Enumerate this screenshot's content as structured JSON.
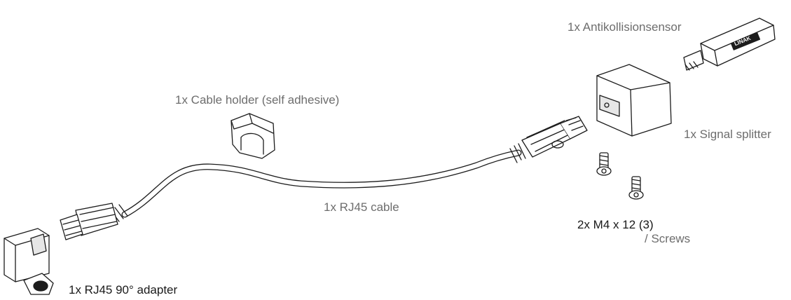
{
  "labels": {
    "sensor": "1x Antikollisionsensor",
    "cable_holder": "1x Cable holder (self adhesive)",
    "splitter": "1x Signal splitter",
    "cable": "1x RJ45 cable",
    "screws_qty": "2x M4 x 12 (3)",
    "screws_name": "/ Screws",
    "adapter": "1x RJ45 90° adapter"
  },
  "sensor_logo": "LINAK",
  "colors": {
    "line": "#1c1c1c",
    "label_gray": "#6d6d6d",
    "label_dark": "#1a1a1a",
    "fill_light": "#ffffff",
    "fill_shade": "#e6e6e6"
  },
  "icons": [
    "anti-collision-sensor-icon",
    "signal-splitter-icon",
    "cable-holder-icon",
    "rj45-cable-icon",
    "screw-icon",
    "rj45-90-adapter-icon"
  ]
}
